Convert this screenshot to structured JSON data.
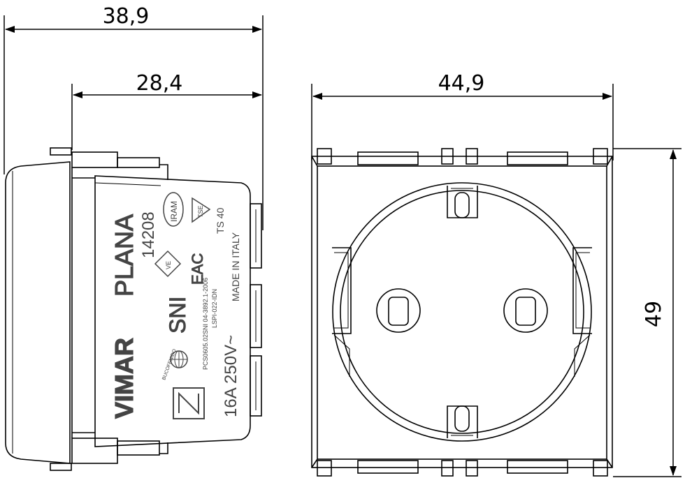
{
  "dimensions": {
    "overall_depth": "38,9",
    "body_depth": "28,4",
    "width": "44,9",
    "height": "49"
  },
  "side_markings": {
    "brand": "VIMAR",
    "series": "PLANA",
    "code": "14208",
    "rating": "16A  250V~",
    "made_in": "MADE IN ITALY",
    "ts": "TS 40",
    "tse": "TSE",
    "iram": "IRAM",
    "eac": "EAC",
    "sni": "SNI",
    "ve": "VE",
    "standard1": "PCS0605.02SNI 04-3892.1-2006",
    "standard2": "LSPI-022-IDN",
    "bucofenido": "BUCOFENIDO"
  },
  "colors": {
    "line": "#000000",
    "body_fill": "#4a4a4a",
    "dim": "#000000"
  }
}
